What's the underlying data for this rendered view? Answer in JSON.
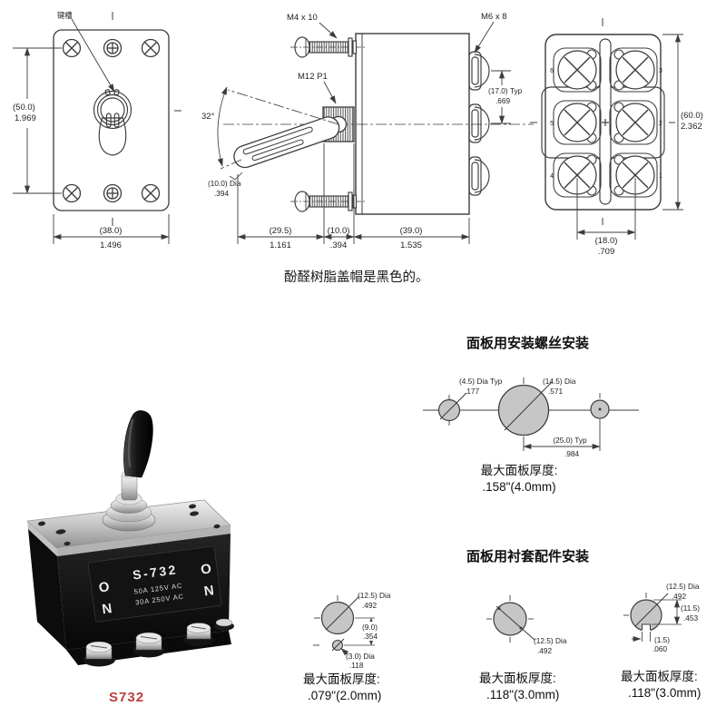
{
  "product": {
    "code": "S732",
    "note": "酚醛树脂盖帽是黑色的。"
  },
  "front_view": {
    "keyway": "键槽",
    "height_mm": "(50.0)",
    "height_in": "1.969",
    "width_mm": "(38.0)",
    "width_in": "1.496"
  },
  "side_view": {
    "screw": "M4 x 10",
    "bushing_thread": "M12 P1",
    "angle": "32°",
    "lever_dia_mm": "(10.0) Dia",
    "lever_dia_in": ".394",
    "len1_mm": "(29.5)",
    "len1_in": "1.161",
    "len2_mm": "(10.0)",
    "len2_in": ".394",
    "len3_mm": "(39.0)",
    "len3_in": "1.535",
    "terminal_screw": "M6 x 8",
    "terminal_pitch_mm": "(17.0) Typ",
    "terminal_pitch_in": ".669"
  },
  "back_view": {
    "terminals": [
      "6",
      "3",
      "5",
      "2",
      "4",
      "1"
    ],
    "height_mm": "(60.0)",
    "height_in": "2.362",
    "spacing_mm": "(18.0)",
    "spacing_in": ".709"
  },
  "screw_mount": {
    "heading": "面板用安装螺丝安装",
    "side_hole_mm": "(4.5) Dia Typ",
    "side_hole_in": ".177",
    "center_hole_mm": "(14.5) Dia",
    "center_hole_in": ".571",
    "spacing_mm": "(25.0) Typ",
    "spacing_in": ".984",
    "max_thickness_label": "最大面板厚度:",
    "max_thickness_value": ".158\"(4.0mm)"
  },
  "bushing_mount": {
    "heading": "面板用衬套配件安装",
    "v1": {
      "hole_mm": "(12.5) Dia",
      "hole_in": ".492",
      "offset_mm": "(9.0)",
      "offset_in": ".354",
      "pilot_mm": "(3.0) Dia",
      "pilot_in": ".118",
      "max_thickness_label": "最大面板厚度:",
      "max_thickness_value": ".079\"(2.0mm)"
    },
    "v2": {
      "hole_mm": "(12.5) Dia",
      "hole_in": ".492",
      "max_thickness_label": "最大面板厚度:",
      "max_thickness_value": ".118\"(3.0mm)"
    },
    "v3": {
      "hole_mm": "(12.5) Dia",
      "hole_in": ".492",
      "flat_mm": "(11.5)",
      "flat_in": ".453",
      "key_mm": "(1.5)",
      "key_in": ".060",
      "max_thickness_label": "最大面板厚度:",
      "max_thickness_value": ".118\"(3.0mm)"
    }
  },
  "photo": {
    "o_left": "O",
    "o_right": "O",
    "n_left": "N",
    "n_right": "N",
    "model": "S-732",
    "rating1": "50A 125V AC",
    "rating2": "30A 250V AC"
  }
}
